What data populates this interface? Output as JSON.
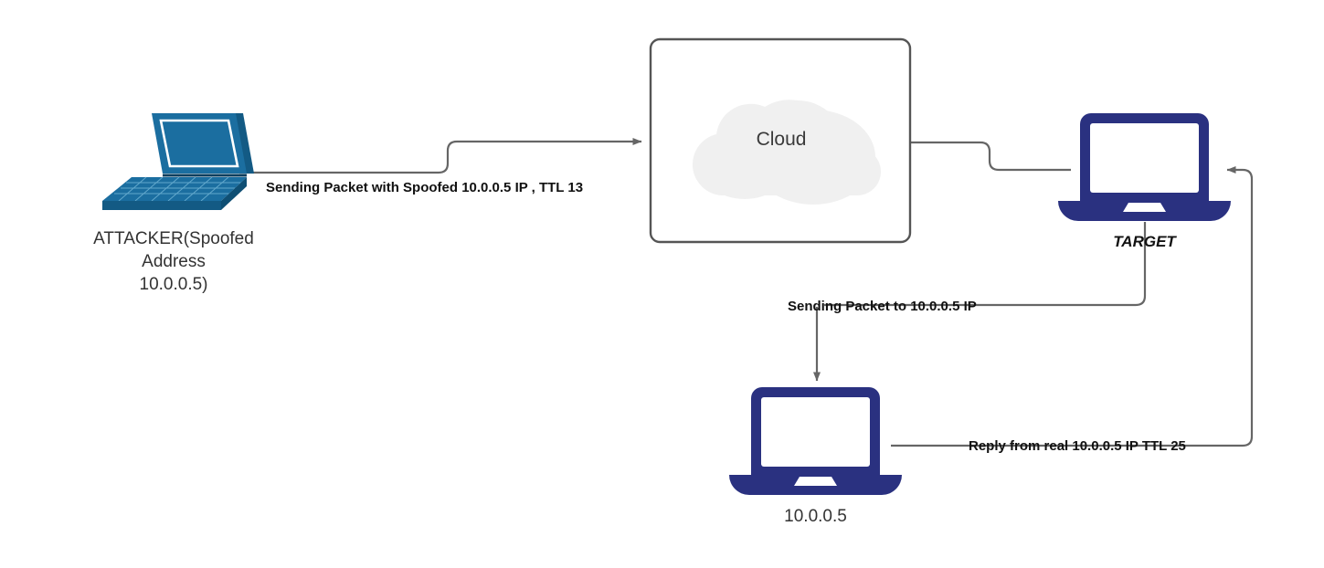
{
  "diagram": {
    "title": "IP Spoofing TTL Reflection Diagram",
    "background_color": "#ffffff",
    "line_color": "#666666",
    "attacker_color": "#1b6ea0",
    "host_color": "#2a3180",
    "cloud_fill": "#f0f0f0",
    "box_border": "#555555"
  },
  "nodes": {
    "attacker": {
      "icon": "laptop-3d-icon",
      "label_lines": [
        "ATTACKER(Spoofed",
        "Address",
        "10.0.0.5)"
      ],
      "label_full": "ATTACKER(Spoofed Address 10.0.0.5)"
    },
    "cloud": {
      "icon": "cloud-icon",
      "label": "Cloud"
    },
    "target": {
      "icon": "laptop-icon",
      "label": "TARGET"
    },
    "victim": {
      "icon": "laptop-icon",
      "label": "10.0.0.5"
    }
  },
  "edges": [
    {
      "id": "attacker-to-cloud",
      "label": "Sending Packet with Spoofed 10.0.0.5 IP , TTL 13",
      "from": "attacker",
      "to": "cloud",
      "arrow": true
    },
    {
      "id": "cloud-to-target",
      "label": "",
      "from": "cloud",
      "to": "target",
      "arrow": false
    },
    {
      "id": "target-to-victim",
      "label": "Sending Packet to 10.0.0.5 IP",
      "from": "target",
      "to": "victim",
      "arrow": true
    },
    {
      "id": "victim-to-target",
      "label": "Reply from real 10.0.0.5 IP TTL 25",
      "from": "victim",
      "to": "target",
      "arrow": true
    }
  ]
}
